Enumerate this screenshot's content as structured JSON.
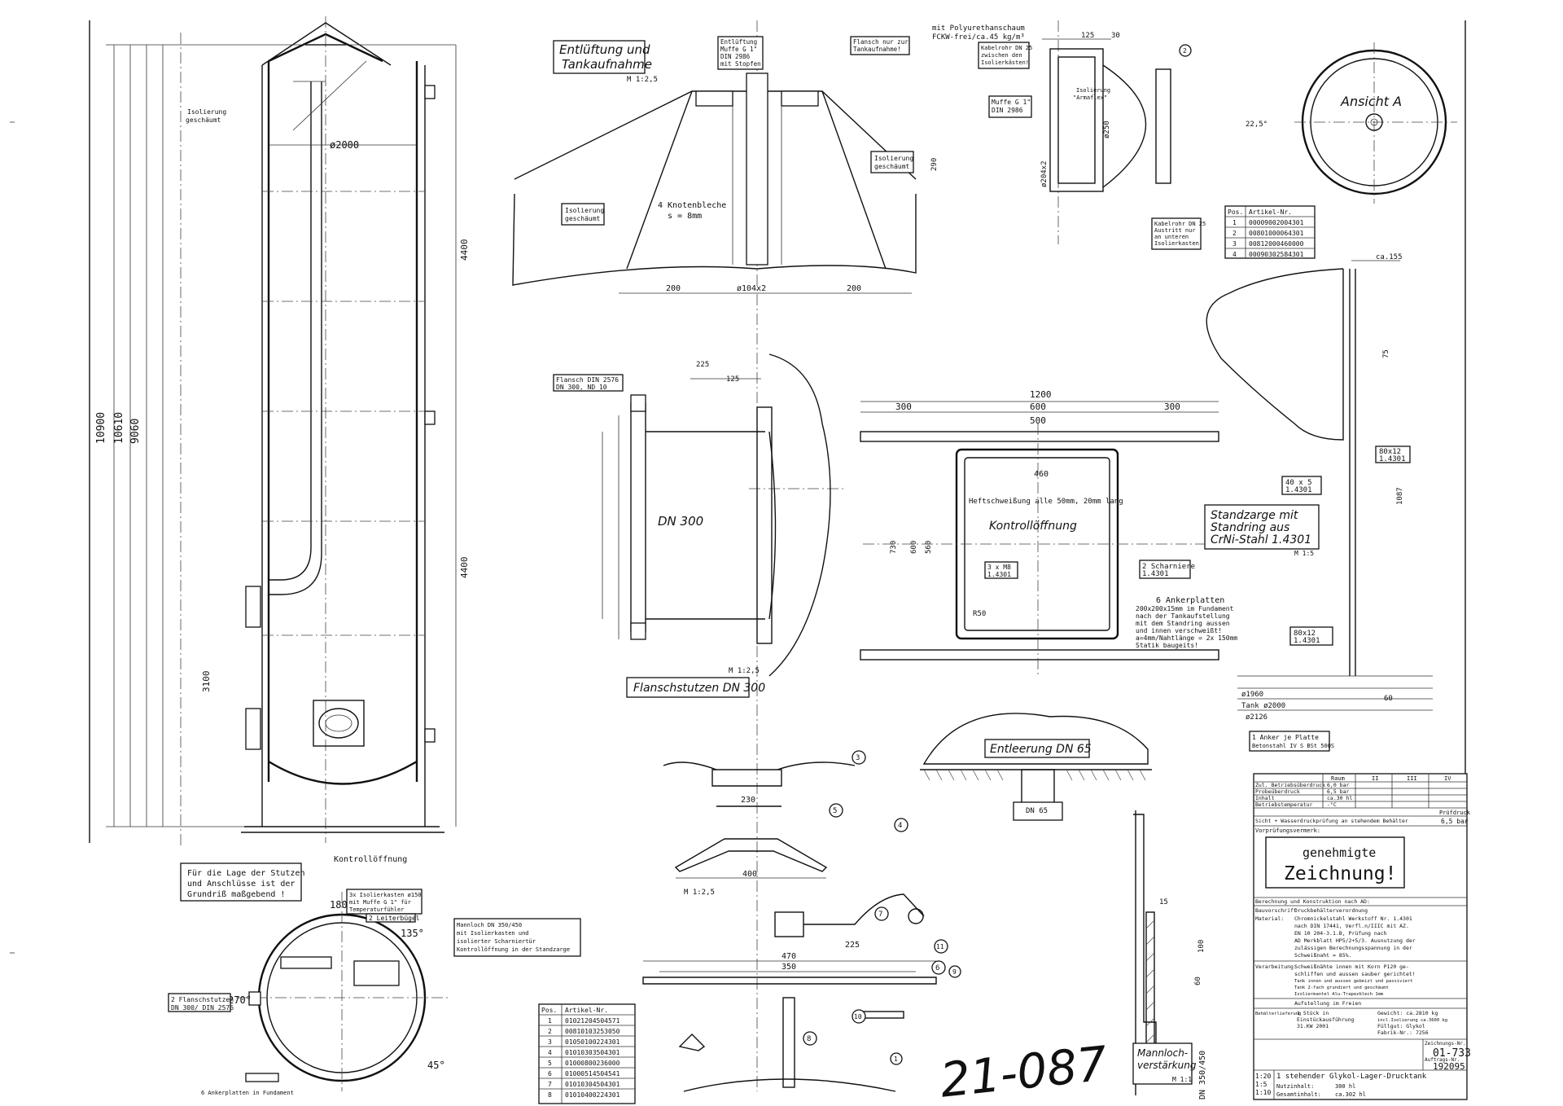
{
  "labels": {
    "vent_title_1": "Entlüftung und",
    "vent_title_2": "Tankaufnahme",
    "flange_title": "Flanschstutzen DN 300",
    "drain_title": "Entleerung DN 65",
    "stand_title_1": "Standzarge mit",
    "stand_title_2": "Standring aus",
    "stand_title_3": "CrNi-Stahl 1.4301",
    "manhole_title_1": "Mannloch-",
    "manhole_title_2": "verstärkung",
    "ansicht": "Ansicht A",
    "dn300": "DN 300",
    "kontroll": "Kontrollöffnung",
    "grundriss_note": [
      "Für die Lage der Stutzen",
      "und Anschlüsse ist der",
      "Grundriß maßgebend !"
    ],
    "entlueftung_box": [
      "Entlüftung",
      "Muffe G 1\"",
      "DIN 2986",
      "mit Stopfen"
    ],
    "flansch_note": [
      "Flansch nur zur",
      "Tankaufnahme!"
    ],
    "pu_note": [
      "mit Polyurethanschaum",
      "FCKW-frei/ca.45 kg/m³"
    ],
    "knotenbleche": [
      "4 Knotenbleche",
      "s = 8mm"
    ],
    "isolierung_1": [
      "Isolierung",
      "geschäumt"
    ],
    "isolierung_2": [
      "Isolierung",
      "geschäumt"
    ],
    "anker_note": [
      "6 Ankerplatten",
      "200x200x15mm im Fundament",
      "nach der Tankaufstellung",
      "mit dem Standring aussen",
      "und innen verschweißt!",
      "a=4mm/Nahtlänge = 2x 150mm",
      "Statik baugeits!"
    ],
    "heft_note": "Heftschweißung alle 50mm, 20mm lang",
    "muffe_left": [
      "Muffe G 1\"",
      "DIN 2986"
    ],
    "kabelrohr_1": [
      "Kabelrohr DN 25",
      "zwischen den",
      "Isolierkästen!"
    ],
    "kabelrohr_2": [
      "Kabelrohr DN 25",
      "Austritt nur",
      "an unteren",
      "Isolierkasten!"
    ],
    "isolierung_armaflex": [
      "Isolierung",
      "\"Armaflex\""
    ],
    "flansch_din": [
      "Flansch DIN 2576",
      "DN 300, ND 10"
    ],
    "anker_je": [
      "1 Anker je Platte",
      "Betonstahl IV S BSt 500S"
    ],
    "mannloch_note": [
      "Mannloch DN 350/450",
      "mit Isolierkasten und",
      "isolierter Scharniertür",
      "Kontrollöffnung in der Standzarge"
    ],
    "flanschstutzen_note": [
      "2 Flanschstutzen",
      "DN 300/ DIN 2576"
    ],
    "isolierkasten_note": [
      "3x Isolierkasten ø150",
      "mit Muffe G 1\" für",
      "Temperaturfühler"
    ],
    "leiterbuegel": "2 Leiterbügel",
    "ankerplatten_fund": "6 Ankerplatten in Fundament",
    "handwritten_no": "21-087",
    "scharniere": [
      "2 Scharniere",
      "1.4301"
    ],
    "m8": [
      "3 x M8",
      "1.4301"
    ],
    "sizes": [
      "80x12",
      "1.4301",
      "40 x 5",
      "1.4301",
      "80x12",
      "1.4301"
    ]
  },
  "dims": {
    "d2000": "ø2000",
    "h10900": "10900",
    "h10610": "10610",
    "h9060": "9060",
    "h4400a": "4400",
    "h4400b": "4400",
    "h3100": "3100",
    "w1200": "1200",
    "w600": "600",
    "w500": "500",
    "w300a": "300",
    "w300b": "300",
    "w460": "460",
    "h730": "730",
    "h600": "600",
    "h560": "560",
    "w200a": "200",
    "w200b": "200",
    "w104": "ø104x2",
    "w225": "225",
    "w125": "125",
    "w400": "400",
    "w230": "230",
    "w470": "470",
    "w350": "350",
    "w225b": "225",
    "w1960": "ø1960",
    "tank2000": "Tank ø2000",
    "w2126": "ø2126",
    "m125": "M 1:2,5",
    "m15": "M 1:5",
    "r50": "R50",
    "dn65": "DN 65",
    "a180": "180°",
    "a135": "135°",
    "a270": "270°",
    "a45": "45°",
    "a225": "22,5°",
    "d250": "ø250",
    "d204": "ø204x2",
    "w30": "30",
    "h290": "290",
    "h1087": "1087",
    "ca155": "ca.155",
    "h75": "75",
    "h60": "60",
    "h100": "100",
    "h15": "15",
    "manhole_dn": "DN 350/450",
    "m11": "M 1:1"
  },
  "parts_table_right": {
    "header": [
      "Pos.",
      "Artikel-Nr."
    ],
    "rows": [
      [
        "1",
        "00009002004301"
      ],
      [
        "2",
        "00801000064301"
      ],
      [
        "3",
        "00812000460000"
      ],
      [
        "4",
        "00090302584301"
      ]
    ]
  },
  "parts_table_bottom": {
    "header": [
      "Pos.",
      "Artikel-Nr."
    ],
    "rows": [
      [
        "1",
        "01021204504571"
      ],
      [
        "2",
        "00810103253050"
      ],
      [
        "3",
        "01050100224301"
      ],
      [
        "4",
        "01010303504301"
      ],
      [
        "5",
        "01000800236000"
      ],
      [
        "6",
        "01000514504541"
      ],
      [
        "7",
        "01010304504301"
      ],
      [
        "8",
        "01010400224301"
      ]
    ]
  },
  "title_block": {
    "cols": [
      "Raum",
      "II",
      "III",
      "IV"
    ],
    "rows": [
      [
        "Zul. Betriebsüberdruck",
        "6,0 bar"
      ],
      [
        "Probeüberdruck",
        "6,5 bar"
      ],
      [
        "Inhalt",
        "ca.30 hl"
      ],
      [
        "Betriebstemperatur",
        "-°C"
      ]
    ],
    "pruefdruck_label": "Prüfdruck",
    "pruefdruck": "6,5 bar",
    "pruefung": "Sicht + Wasserdruckprüfung an stehendem Behälter",
    "vermerk": "Vorprüfungsvermerk:",
    "stamp_small": "genehmigte",
    "stamp_big": "Zeichnung!",
    "berechnung": "Berechnung und Konstruktion nach AD:",
    "bauvorschrift_label": "Bauvorschrift",
    "bauvorschrift": "Druckbehälterverordnung",
    "material_label": "Material:",
    "material": [
      "Chromnickelstahl Werkstoff Nr. 1.4301",
      "nach DIN 17441, Verfl.n/IIIC mit AZ.",
      "EN 10 204-3.1.B, Prüfung nach",
      "AD Merkblatt HP5/2+5/3. Ausnutzung der",
      "zulässigen Berechnungsspannung in der",
      "Schweißnaht = 85%."
    ],
    "verarbeitung_label": "Verarbeitung:",
    "verarbeitung": [
      "Schweißnähte innen mit Korn P120 ge-",
      "schliffen und aussen sauber gerichtet!",
      "Tank innen und aussen gebeizt und passiviert",
      "Tank 2-fach grundiert und geschäumt",
      "Isoliermantel Alu-Trapezblech 1mm"
    ],
    "aufstellung": "Aufstellung im Freien",
    "lieferung_label": "Behälterlieferung",
    "lieferung": [
      "1 Stück in",
      "Einstückausführung",
      "31.KW 2001"
    ],
    "gewicht": [
      "Gewicht: ca.2810 kg",
      "incl.Isolierung ca.3600 kg",
      "Füllgut: Glykol",
      "Fabrik-Nr.: 7256"
    ],
    "zeichnung_nr_label": "Zeichnungs-Nr.",
    "zeichnung_nr": "01-733",
    "auftrag_label": "Auftrags-Nr.",
    "auftrag": "192095",
    "scale": "1:20",
    "scale2": "1:5",
    "scale3": "1:10",
    "benennung": "1 stehender Glykol-Lager-Drucktank",
    "nutzinhalt": "Nutzinhalt:",
    "nutzinhalt_val": "300 hl",
    "gesamtinhalt": "Gesamtinhalt:",
    "gesamtinhalt_val": "ca.302 hl"
  },
  "balloons": [
    "1",
    "2",
    "3",
    "4",
    "5",
    "6",
    "7",
    "8",
    "9",
    "10",
    "11"
  ]
}
